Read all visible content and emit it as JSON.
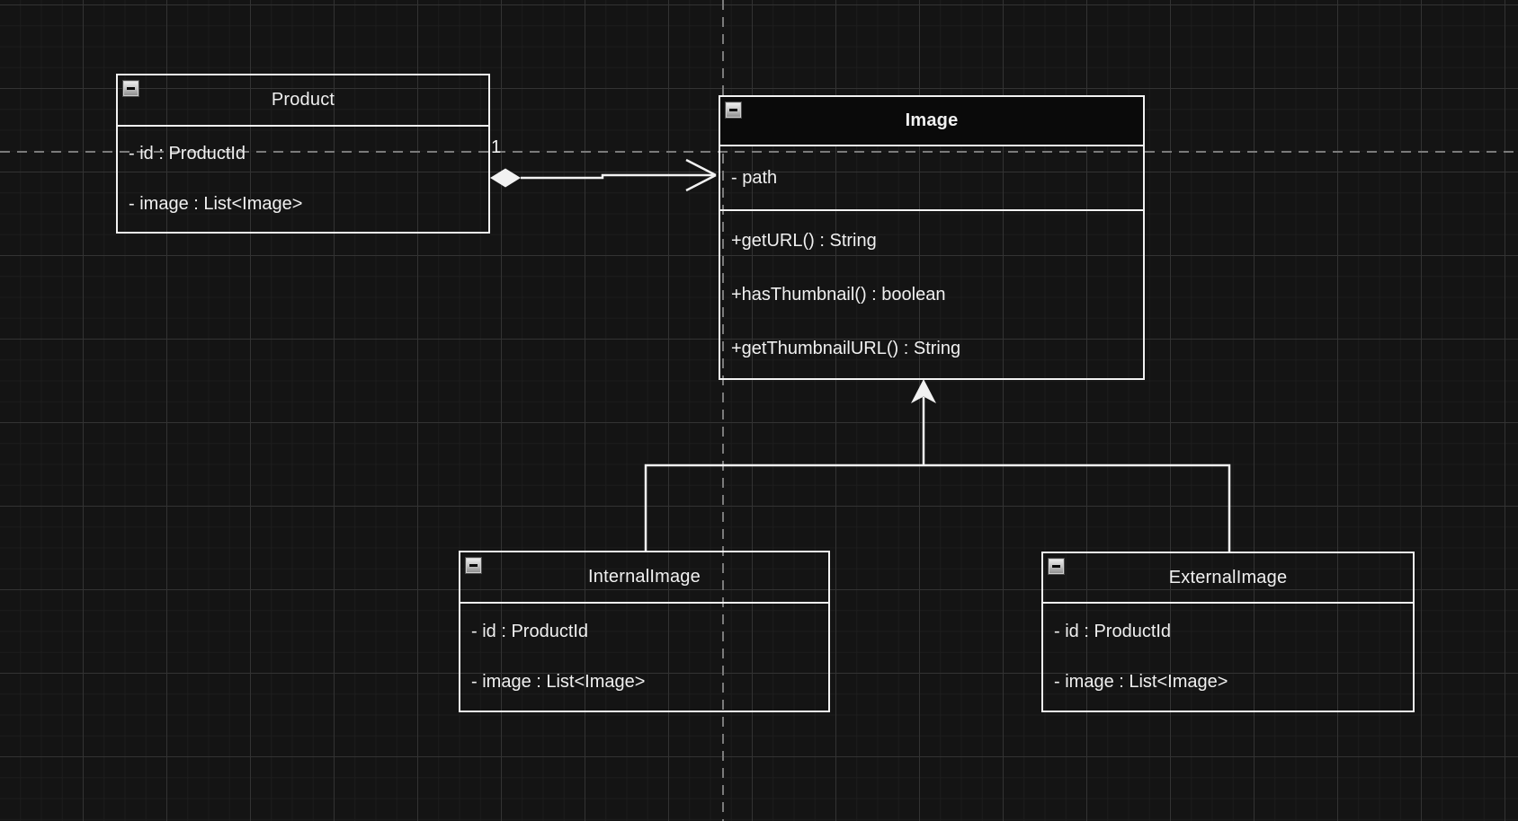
{
  "diagram": {
    "classes": {
      "product": {
        "title": "Product",
        "attributes": [
          "- id : ProductId",
          "- image : List<Image>"
        ]
      },
      "image": {
        "title": "Image",
        "attributes": [
          "- path"
        ],
        "methods": [
          "+getURL() : String",
          "+hasThumbnail() : boolean",
          "+getThumbnailURL() : String"
        ]
      },
      "internal_image": {
        "title": "InternalImage",
        "attributes": [
          "- id : ProductId",
          "- image : List<Image>"
        ]
      },
      "external_image": {
        "title": "ExternalImage",
        "attributes": [
          "- id : ProductId",
          "- image : List<Image>"
        ]
      }
    },
    "relationships": {
      "composition": {
        "type": "composition-with-open-arrow",
        "from": "Product",
        "to": "Image",
        "source_multiplicity": "1"
      },
      "generalization": {
        "type": "generalization",
        "parent": "Image",
        "children": [
          "InternalImage",
          "ExternalImage"
        ]
      }
    },
    "icons": {
      "collapse": "collapse-minus-icon"
    },
    "colors": {
      "background": "#141414",
      "grid_minor": "#1d1d1d",
      "grid_major": "#333333",
      "stroke": "#f2f2f2",
      "text": "#f0f0f0",
      "guide": "#7a7a7a",
      "header_fill": "#0a0a0a"
    }
  }
}
